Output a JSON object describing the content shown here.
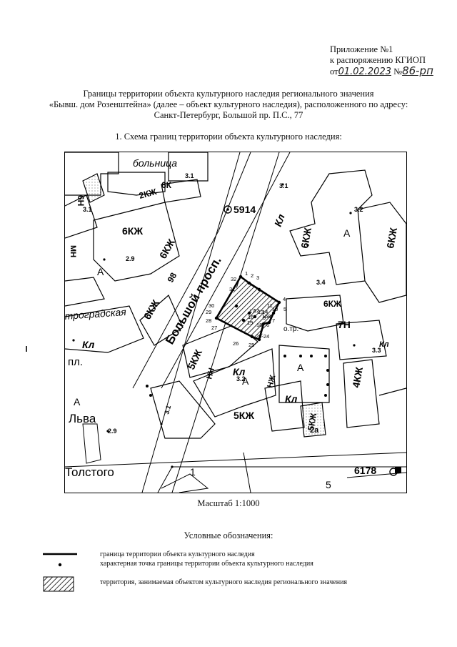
{
  "appendix": {
    "line1": "Приложение №1",
    "line2": "к распоряжению КГИОП",
    "date_prefix": "от",
    "date": "01.02.2023",
    "number_prefix": "№",
    "number": "86-рп"
  },
  "title": {
    "line1": "Границы территории объекта культурного наследия регионального значения",
    "line2": "«Бывш. дом Розенштейна» (далее – объект культурного наследия), расположенного по адресу:",
    "line3": "Санкт-Петербург, Большой пр. П.С., 77"
  },
  "section_heading": "1.   Схема границ территории объекта культурного наследия:",
  "map": {
    "street_names": {
      "bolshoy": "Большой просп.",
      "lva": "Льва",
      "tolstogo": "Толстого",
      "pl": "пл.",
      "petrogradskaya": "троградская",
      "bolnitsa": "больница"
    },
    "building_labels": [
      "6КЖ",
      "6КЖ",
      "6КЖ",
      "6КЖ",
      "6КЖ",
      "2КЖ",
      "6Н",
      "6К",
      "5КЖ",
      "5КЖ",
      "4КЖ",
      "5КЖ",
      "7Н",
      "6КЖ",
      "НН",
      "МН",
      "НЖ",
      "98",
      "Кл",
      "Кл",
      "Кл",
      "Кл",
      "Кл",
      "А",
      "А",
      "А",
      "А",
      "А",
      "о.тр.",
      "2а",
      "1",
      "5"
    ],
    "elevations": [
      "3.1",
      "3.1",
      "2.9",
      "3.1",
      "3.2",
      "3.4",
      "3.2",
      "3.3",
      "2.9",
      "3.1"
    ],
    "benchmarks": [
      "5914",
      "6178"
    ],
    "point_numbers": [
      "1",
      "2",
      "3",
      "4",
      "5",
      "6",
      "7",
      "8",
      "9",
      "10",
      "11",
      "12",
      "13",
      "14",
      "15",
      "16",
      "17",
      "18",
      "19",
      "20-24",
      "25",
      "26",
      "27",
      "28",
      "29",
      "30",
      "31",
      "32"
    ]
  },
  "scale": "Масштаб 1:1000",
  "legend": {
    "title": "Условные обозначения:",
    "items": [
      {
        "label": "граница территории объекта культурного наследия"
      },
      {
        "label": "характерная точка границы территории объекта культурного наследия"
      },
      {
        "label": "территория, занимаемая объектом культурного наследия регионального значения"
      }
    ]
  }
}
